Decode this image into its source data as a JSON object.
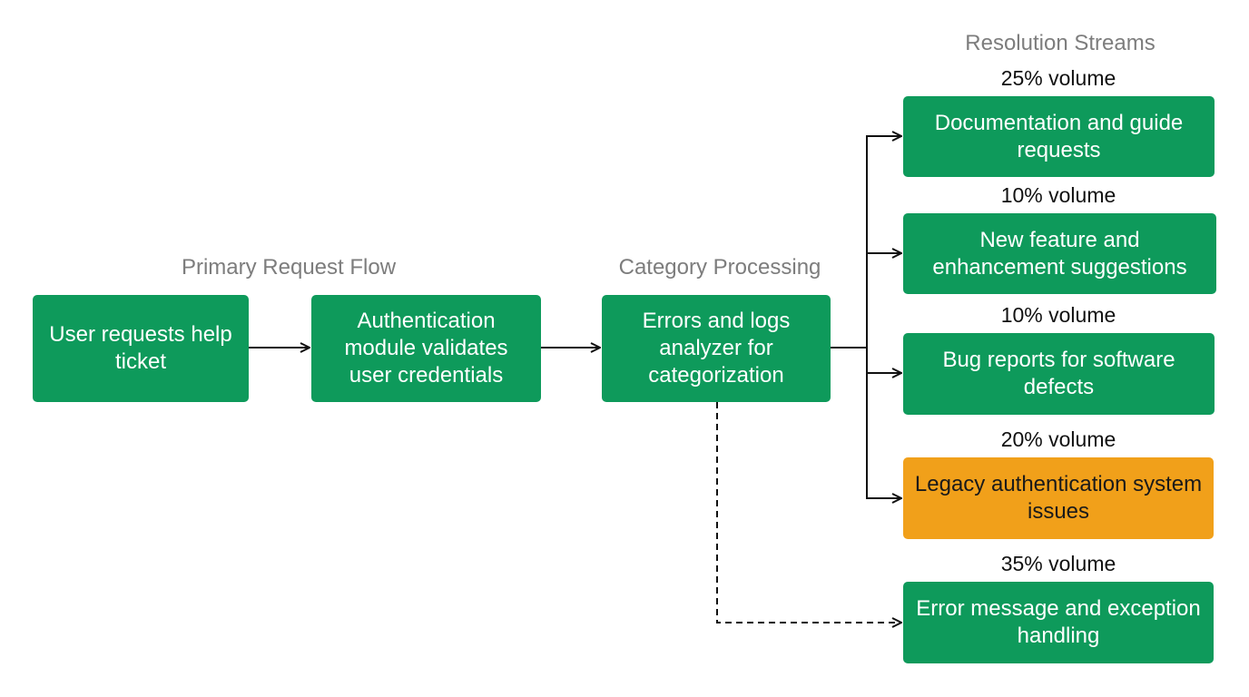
{
  "sections": {
    "primary": "Primary Request Flow",
    "category": "Category Processing",
    "resolution": "Resolution Streams"
  },
  "nodes": {
    "user_request": "User requests help ticket",
    "authentication": "Authentication module validates user credentials",
    "errors_analyzer": "Errors and logs analyzer for categorization",
    "documentation": "Documentation and guide requests",
    "new_feature": "New feature and enhancement suggestions",
    "bug_reports": "Bug reports for software defects",
    "legacy_auth": "Legacy authentication system issues",
    "error_message": "Error message and exception handling"
  },
  "volumes": {
    "documentation": "25% volume",
    "new_feature": "10% volume",
    "bug_reports": "10% volume",
    "legacy_auth": "20% volume",
    "error_message": "35% volume"
  },
  "colors": {
    "node_green": "#0e9a5b",
    "node_orange": "#f1a01a",
    "section_label": "#7d7d7d",
    "connector": "#111111"
  }
}
